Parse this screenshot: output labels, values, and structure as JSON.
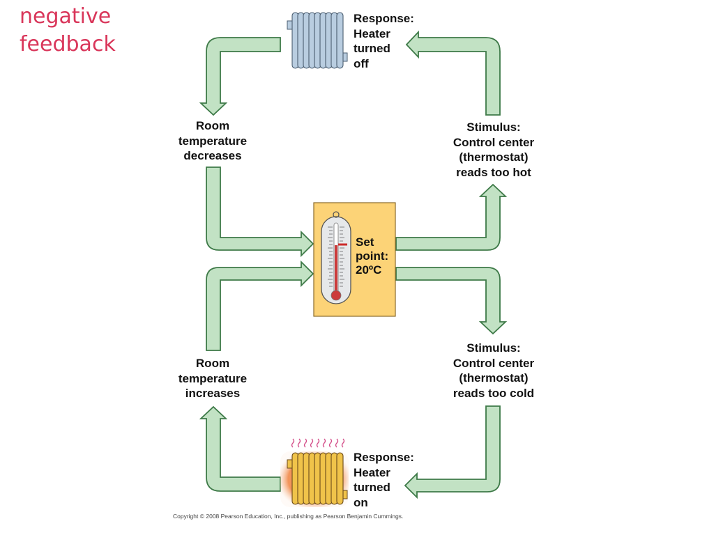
{
  "title": [
    "negative",
    "feedback"
  ],
  "labels": {
    "response_off": [
      "Response:",
      "Heater",
      "turned",
      "off"
    ],
    "stimulus_hot": [
      "Stimulus:",
      "Control center",
      "(thermostat)",
      "reads too hot"
    ],
    "room_decreases": [
      "Room",
      "temperature",
      "decreases"
    ],
    "set_point": [
      "Set",
      "point:",
      "20ºC"
    ],
    "room_increases": [
      "Room",
      "temperature",
      "increases"
    ],
    "stimulus_cold": [
      "Stimulus:",
      "Control center",
      "(thermostat)",
      "reads too cold"
    ],
    "response_on": [
      "Response:",
      "Heater",
      "turned",
      "on"
    ]
  },
  "copyright": "Copyright © 2008 Pearson Education, Inc., publishing as Pearson Benjamin Cummings.",
  "colors": {
    "title": "#d9365a",
    "arrow_fill": "#c2e2c4",
    "arrow_stroke": "#3e7a48",
    "thermostat_box": "#fcd377",
    "radiator_cold": "#b9cde0",
    "radiator_hot": "#f0c34a",
    "glow": "#f2945a",
    "heat_lines": "#d4508a"
  },
  "icons": [
    "radiator-cold-icon",
    "radiator-hot-icon",
    "thermometer-icon",
    "heat-waves-icon"
  ]
}
